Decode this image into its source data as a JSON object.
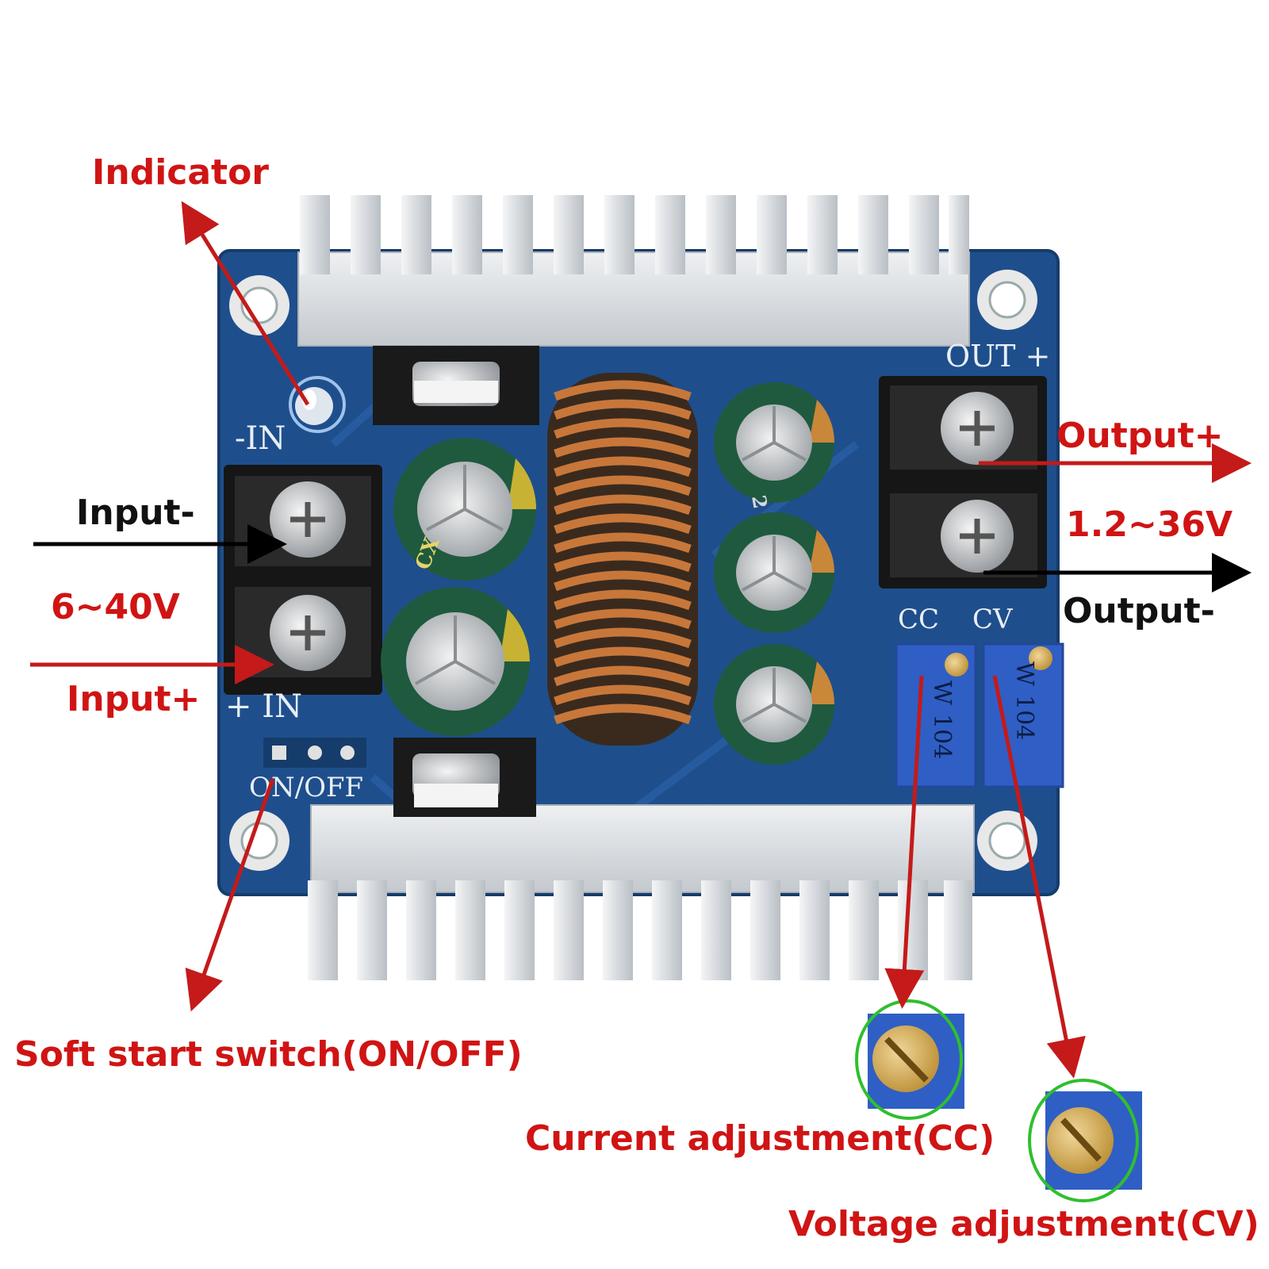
{
  "colors": {
    "label_red": "#d01414",
    "label_black": "#111111",
    "arrow_red": "#c41a1a",
    "arrow_black": "#000000",
    "highlight_green": "#2fbf2f",
    "pcb_blue": "#1e4f8c",
    "heatsink": "#d8dce0",
    "copper": "#c8773a",
    "cap_green": "#1f5a3e",
    "trimmer_blue": "#2f5fc4"
  },
  "labels": {
    "indicator": "Indicator",
    "input_minus": "Input-",
    "input_range": "6~40V",
    "input_plus": "Input+",
    "output_plus": "Output+",
    "output_range": "1.2~36V",
    "output_minus": "Output-",
    "soft_start": "Soft start switch(ON/OFF)",
    "current_adjust": "Current adjustment(CC)",
    "voltage_adjust": "Voltage adjustment(CV)"
  },
  "board_markings": {
    "in_minus": "-IN",
    "in_plus": "+ IN",
    "out_plus": "OUT +",
    "cc": "CC",
    "cv": "CV",
    "on_off": "ON/OFF",
    "trimmer_code": "104",
    "trimmer_brand": "W",
    "capacitor_code": "CX",
    "capacitor_code_2": "2"
  },
  "icons": [
    "heatsink-top",
    "heatsink-bottom",
    "inductor-toroid",
    "electrolytic-capacitor",
    "screw-terminal",
    "trimmer-potentiometer",
    "led-indicator",
    "mounting-hole"
  ]
}
